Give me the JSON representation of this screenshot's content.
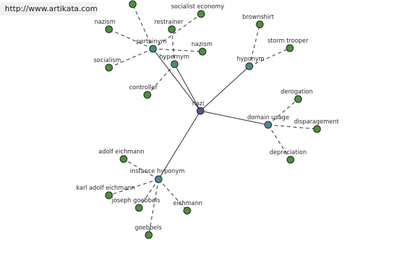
{
  "site": {
    "url_text": "http://www.artikata.com"
  },
  "colors": {
    "center": "#55558f",
    "relation": "#4a8a8b",
    "leaf": "#4f8e3c",
    "edge": "#2c2c2c"
  },
  "graph": {
    "center": {
      "id": "center",
      "label": "nazi"
    },
    "relations": [
      {
        "id": "pertainym",
        "label": "pertainym"
      },
      {
        "id": "hypernym",
        "label": "hypernym"
      },
      {
        "id": "hyponym",
        "label": "hyponym"
      },
      {
        "id": "domain",
        "label": "domain usage"
      },
      {
        "id": "instance",
        "label": "instance hyponym"
      }
    ],
    "leaves": [
      {
        "id": "top_unlabeled",
        "label": "",
        "relation": "pertainym"
      },
      {
        "id": "socialist_economy",
        "label": "socialist economy",
        "relation": "pertainym"
      },
      {
        "id": "nazism_left",
        "label": "nazism",
        "relation": "pertainym"
      },
      {
        "id": "socialism",
        "label": "socialism",
        "relation": "pertainym"
      },
      {
        "id": "nazism_right",
        "label": "nazism",
        "relation": "pertainym"
      },
      {
        "id": "restrainer",
        "label": "restrainer",
        "relation": "hypernym"
      },
      {
        "id": "controller",
        "label": "controller",
        "relation": "hypernym"
      },
      {
        "id": "brownshirt",
        "label": "brownshirt",
        "relation": "hyponym"
      },
      {
        "id": "storm_trooper",
        "label": "storm trooper",
        "relation": "hyponym"
      },
      {
        "id": "derogation",
        "label": "derogation",
        "relation": "domain"
      },
      {
        "id": "disparagement",
        "label": "disparagement",
        "relation": "domain"
      },
      {
        "id": "depreciation",
        "label": "depreciation",
        "relation": "domain"
      },
      {
        "id": "adolf_eichmann",
        "label": "adolf eichmann",
        "relation": "instance"
      },
      {
        "id": "karl_adolf_eichmann",
        "label": "karl adolf eichmann",
        "relation": "instance"
      },
      {
        "id": "joseph_goebbels",
        "label": "joseph goebbels",
        "relation": "instance"
      },
      {
        "id": "eichmann",
        "label": "eichmann",
        "relation": "instance"
      },
      {
        "id": "goebbels",
        "label": "goebbels",
        "relation": "instance"
      }
    ]
  }
}
